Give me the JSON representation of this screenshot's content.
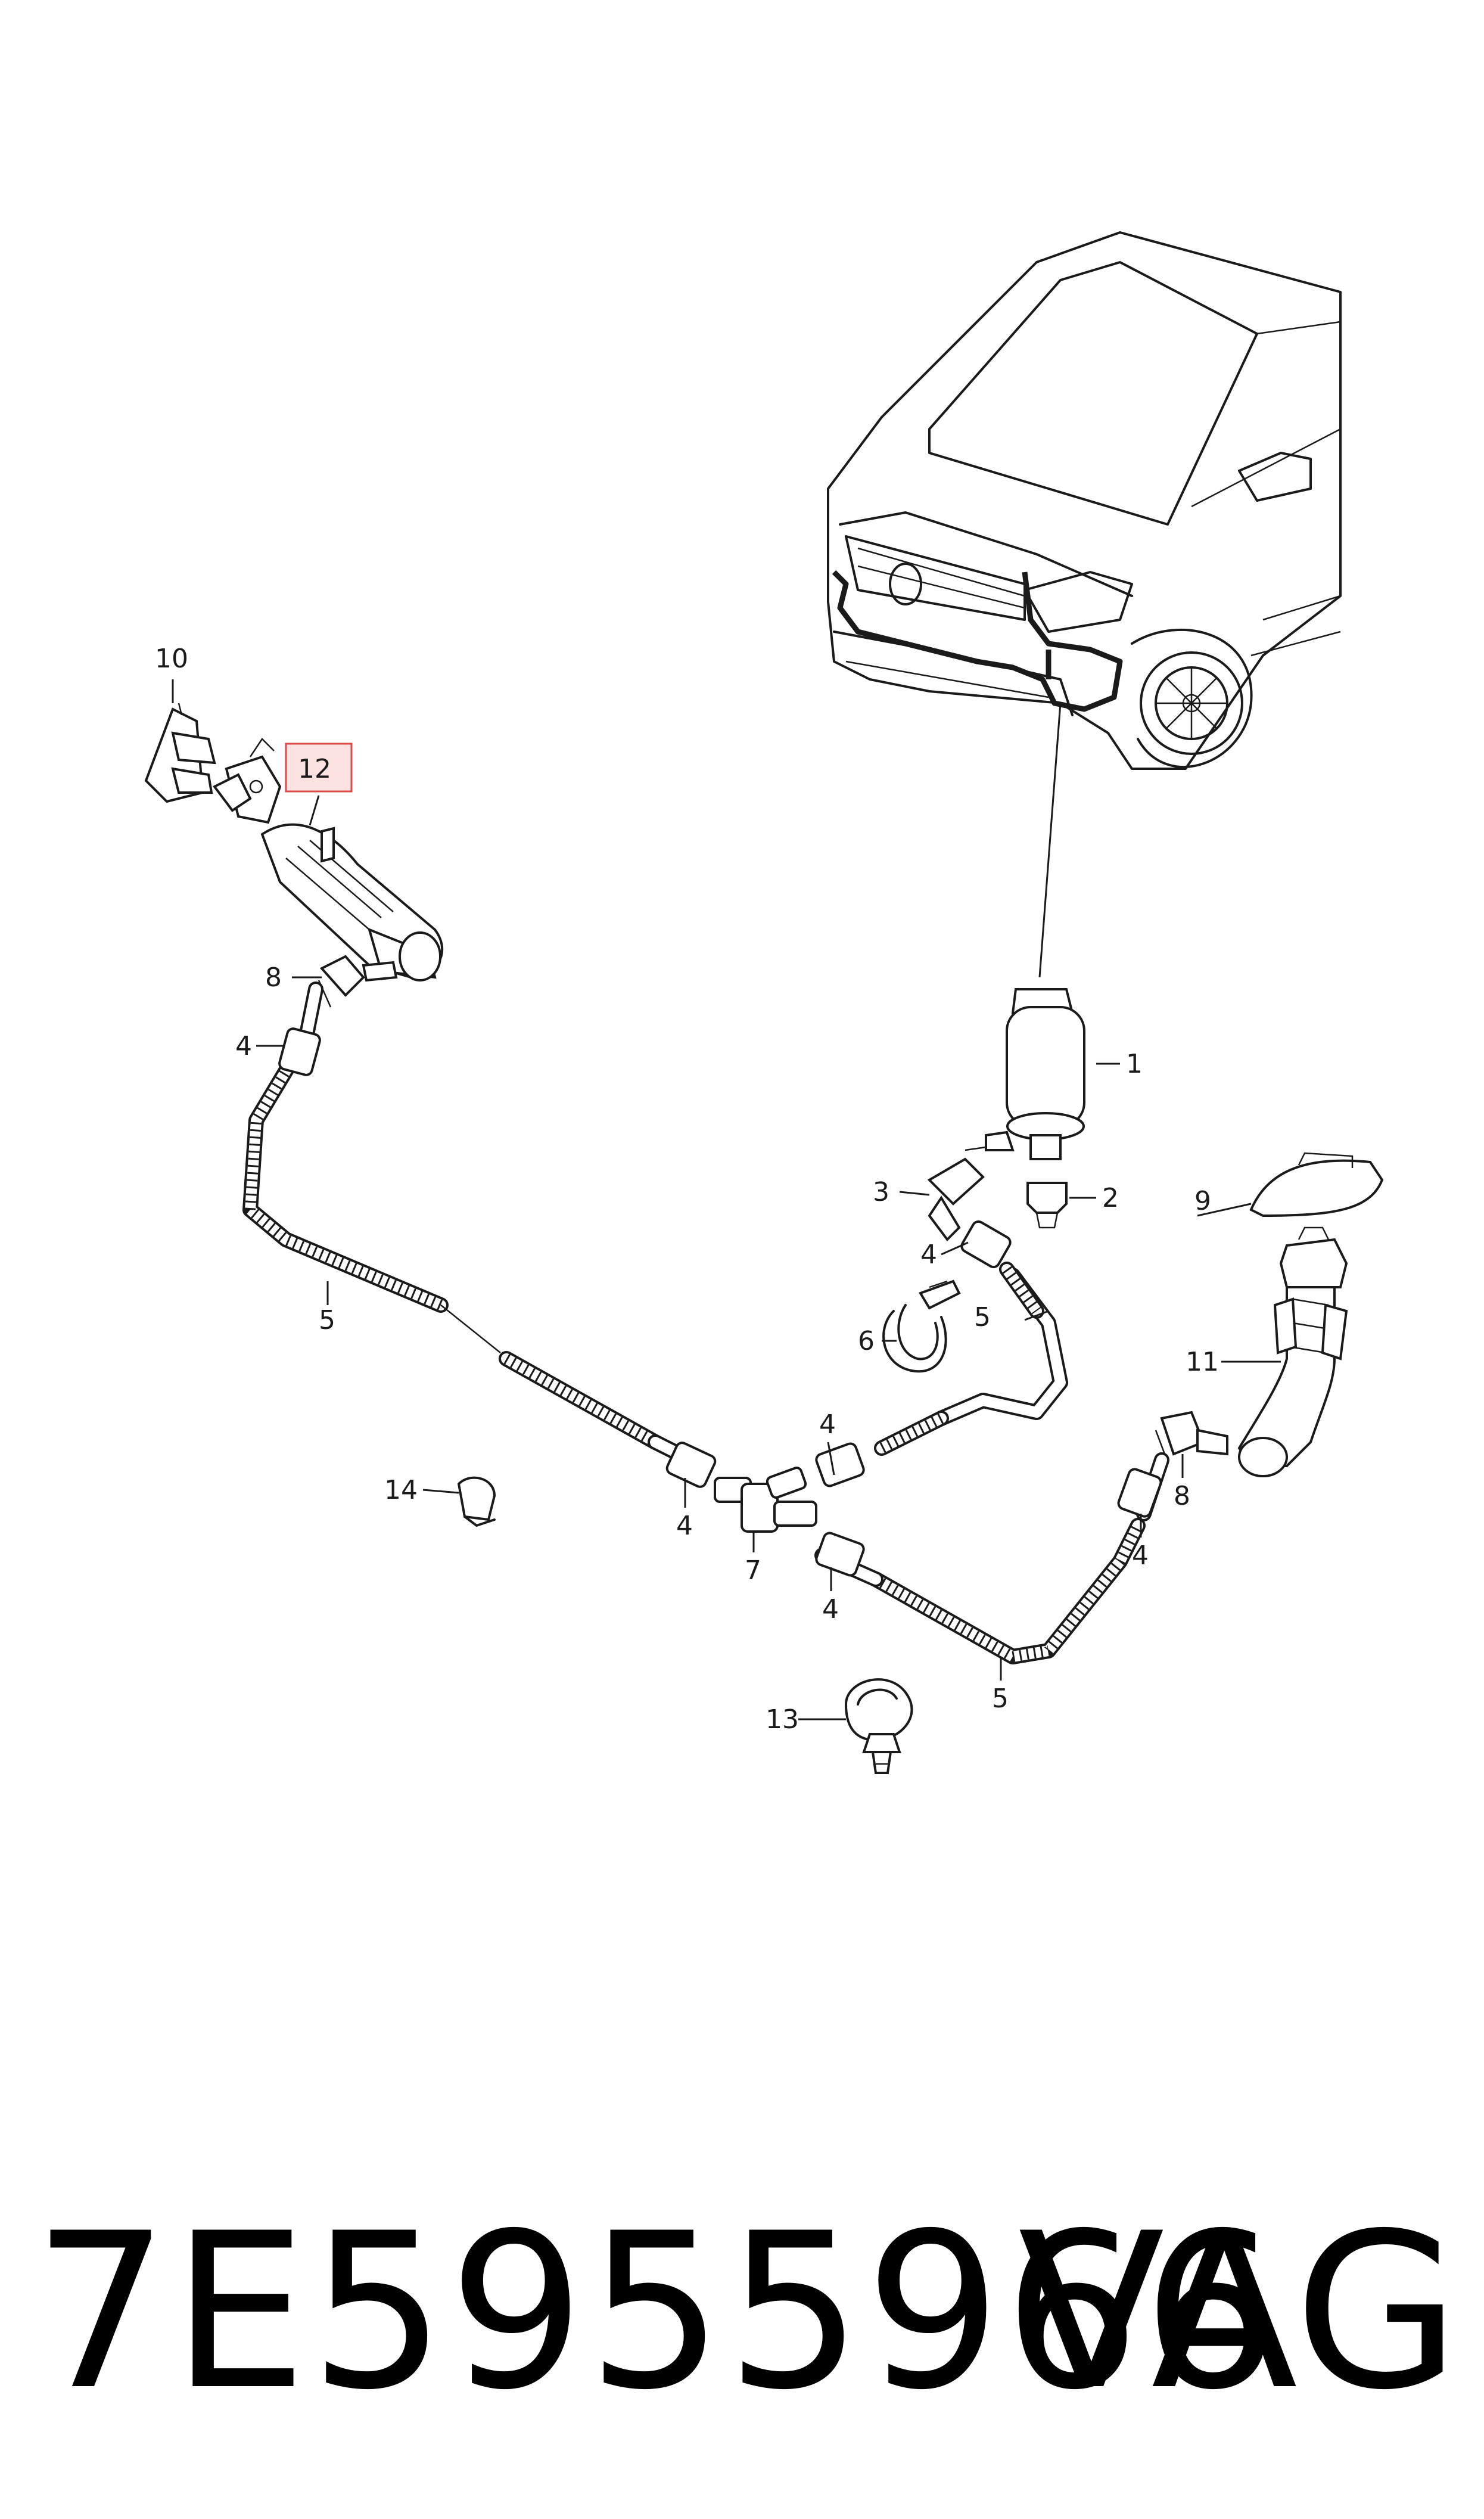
{
  "callouts": [
    {
      "id": "1",
      "label": "1"
    },
    {
      "id": "2",
      "label": "2"
    },
    {
      "id": "3",
      "label": "3"
    },
    {
      "id": "4a",
      "label": "4"
    },
    {
      "id": "4b",
      "label": "4"
    },
    {
      "id": "4c",
      "label": "4"
    },
    {
      "id": "4d",
      "label": "4"
    },
    {
      "id": "4e",
      "label": "4"
    },
    {
      "id": "4f",
      "label": "4"
    },
    {
      "id": "5a",
      "label": "5"
    },
    {
      "id": "5b",
      "label": "5"
    },
    {
      "id": "5c",
      "label": "5"
    },
    {
      "id": "6",
      "label": "6"
    },
    {
      "id": "7",
      "label": "7"
    },
    {
      "id": "8a",
      "label": "8"
    },
    {
      "id": "8b",
      "label": "8"
    },
    {
      "id": "9",
      "label": "9"
    },
    {
      "id": "10",
      "label": "10"
    },
    {
      "id": "11",
      "label": "11"
    },
    {
      "id": "12",
      "label": "12",
      "highlighted": true
    },
    {
      "id": "13",
      "label": "13"
    },
    {
      "id": "14",
      "label": "14"
    }
  ],
  "footer": {
    "part_number": "7E5955966",
    "brand": "VAG"
  },
  "colors": {
    "line": "#1a1a1a",
    "highlight_fill": "#fde2e2",
    "highlight_border": "#d94a4a"
  }
}
